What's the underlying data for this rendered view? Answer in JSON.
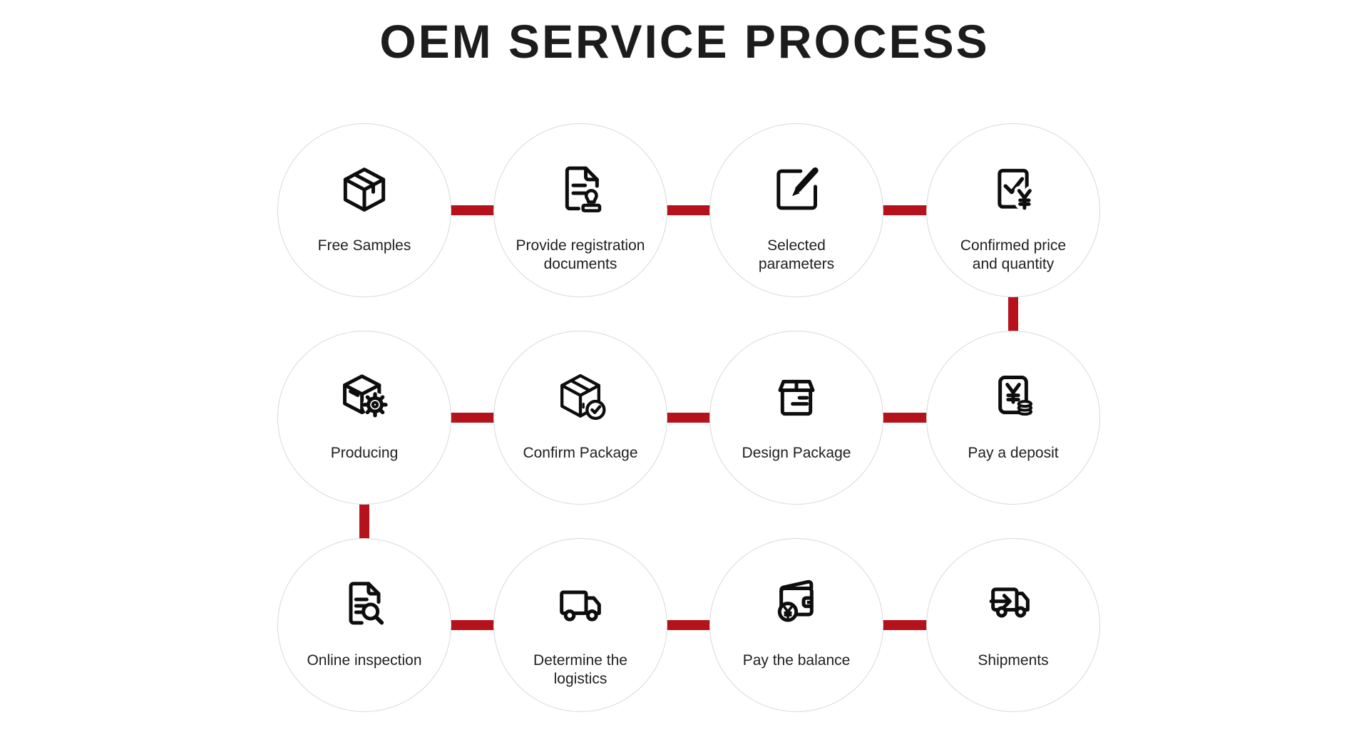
{
  "title": "OEM SERVICE PROCESS",
  "theme": {
    "background": "#FFFFFF",
    "connector_red": "#B5121B",
    "circle_border": "#D9D9D9",
    "icon_color": "#0D0D0D",
    "text_color": "#1F1F1F",
    "title_color": "#1C1C1C"
  },
  "steps": [
    {
      "row": 1,
      "col": 1,
      "label": "Free Samples",
      "icon": "package-box-icon"
    },
    {
      "row": 1,
      "col": 2,
      "label": "Provide registration\ndocuments",
      "icon": "document-stamp-icon"
    },
    {
      "row": 1,
      "col": 3,
      "label": "Selected\nparameters",
      "icon": "edit-square-icon"
    },
    {
      "row": 1,
      "col": 4,
      "label": "Confirmed price\nand quantity",
      "icon": "sheet-check-yen-icon"
    },
    {
      "row": 2,
      "col": 1,
      "label": "Producing",
      "icon": "box-gear-icon"
    },
    {
      "row": 2,
      "col": 2,
      "label": "Confirm Package",
      "icon": "box-check-icon"
    },
    {
      "row": 2,
      "col": 3,
      "label": "Design Package",
      "icon": "carton-box-icon"
    },
    {
      "row": 2,
      "col": 4,
      "label": "Pay a deposit",
      "icon": "yen-note-coins-icon"
    },
    {
      "row": 3,
      "col": 1,
      "label": "Online inspection",
      "icon": "document-magnifier-icon"
    },
    {
      "row": 3,
      "col": 2,
      "label": "Determine the\nlogistics",
      "icon": "delivery-truck-icon"
    },
    {
      "row": 3,
      "col": 3,
      "label": "Pay the balance",
      "icon": "wallet-yen-icon"
    },
    {
      "row": 3,
      "col": 4,
      "label": "Shipments",
      "icon": "shipment-truck-arrow-icon"
    }
  ],
  "connectors": {
    "horizontal": [
      [
        "Free Samples",
        "Provide registration documents"
      ],
      [
        "Provide registration documents",
        "Selected parameters"
      ],
      [
        "Selected parameters",
        "Confirmed price and quantity"
      ],
      [
        "Producing",
        "Confirm Package"
      ],
      [
        "Confirm Package",
        "Design Package"
      ],
      [
        "Design Package",
        "Pay a deposit"
      ],
      [
        "Online inspection",
        "Determine the logistics"
      ],
      [
        "Determine the logistics",
        "Pay the balance"
      ],
      [
        "Pay the balance",
        "Shipments"
      ]
    ],
    "vertical": [
      [
        "Confirmed price and quantity",
        "Pay a deposit"
      ],
      [
        "Producing",
        "Online inspection"
      ]
    ]
  }
}
